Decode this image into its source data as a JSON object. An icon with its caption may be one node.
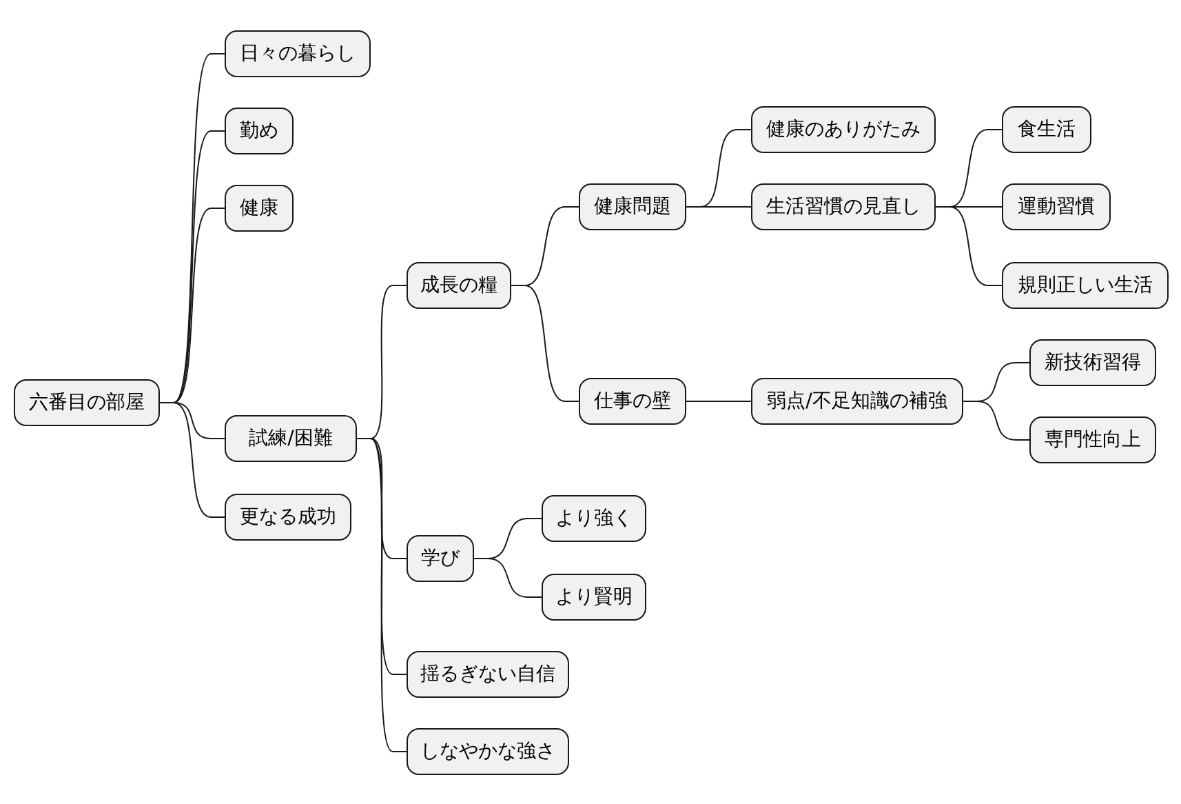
{
  "diagram": {
    "nodes": [
      {
        "text": [
          "六番目の部屋"
        ]
      },
      {
        "text": [
          "日々の暮らし"
        ]
      },
      {
        "text": [
          "勤め"
        ]
      },
      {
        "text": [
          "健康"
        ]
      },
      {
        "text": [
          "試練/困難"
        ]
      },
      {
        "text": [
          "更なる成功"
        ]
      },
      {
        "text": [
          "成長の糧"
        ]
      },
      {
        "text": [
          "健康問題"
        ]
      },
      {
        "text": [
          "健康のありがたみ"
        ]
      },
      {
        "text": [
          "生活習慣の見直し"
        ]
      },
      {
        "text": [
          "食生活"
        ]
      },
      {
        "text": [
          "運動習慣"
        ]
      },
      {
        "text": [
          "規則正しい生活"
        ]
      },
      {
        "text": [
          "仕事の壁"
        ]
      },
      {
        "text": [
          "弱点/不足知識の補強"
        ]
      },
      {
        "text": [
          "新技術習得"
        ]
      },
      {
        "text": [
          "専門性向上"
        ]
      },
      {
        "text": [
          "学び"
        ]
      },
      {
        "text": [
          "より強く"
        ]
      },
      {
        "text": [
          "より賢明"
        ]
      },
      {
        "text": [
          "揺るぎない自信"
        ]
      },
      {
        "text": [
          "しなやかな強さ"
        ]
      }
    ],
    "edges": [
      {
        "from": 0,
        "to": 1,
        "arrow": "none"
      },
      {
        "from": 0,
        "to": 2,
        "arrow": "none"
      },
      {
        "from": 0,
        "to": 3,
        "arrow": "none"
      },
      {
        "from": 0,
        "to": 4,
        "arrow": "none"
      },
      {
        "from": 0,
        "to": 5,
        "arrow": "none"
      },
      {
        "from": 4,
        "to": 6,
        "arrow": "none"
      },
      {
        "from": 6,
        "to": 7,
        "arrow": "none"
      },
      {
        "from": 7,
        "to": 8,
        "arrow": "none"
      },
      {
        "from": 7,
        "to": 9,
        "arrow": "none"
      },
      {
        "from": 9,
        "to": 10,
        "arrow": "none"
      },
      {
        "from": 9,
        "to": 11,
        "arrow": "none"
      },
      {
        "from": 9,
        "to": 12,
        "arrow": "none"
      },
      {
        "from": 6,
        "to": 13,
        "arrow": "none"
      },
      {
        "from": 13,
        "to": 14,
        "arrow": "none"
      },
      {
        "from": 14,
        "to": 15,
        "arrow": "none"
      },
      {
        "from": 14,
        "to": 16,
        "arrow": "none"
      },
      {
        "from": 4,
        "to": 17,
        "arrow": "none"
      },
      {
        "from": 17,
        "to": 18,
        "arrow": "none"
      },
      {
        "from": 17,
        "to": 19,
        "arrow": "none"
      },
      {
        "from": 4,
        "to": 20,
        "arrow": "none"
      },
      {
        "from": 4,
        "to": 21,
        "arrow": "none"
      }
    ]
  }
}
